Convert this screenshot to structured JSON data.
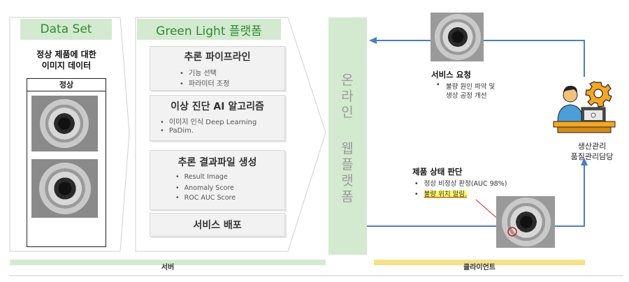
{
  "dataset": {
    "header": "Data Set",
    "description_line1": "정상 제품에 대한",
    "description_line2": "이미지 데이터",
    "table_label": "정상"
  },
  "platform": {
    "header": "Green Light 플랫폼",
    "inference_pipeline": {
      "title": "추론 파이프라인",
      "items": [
        "기능 선택",
        "파라미터 조정"
      ]
    },
    "anomaly_algorithm": {
      "title": "이상 진단 AI 알고리즘",
      "items": [
        "이미지 인식 Deep Learning",
        "PaDim."
      ]
    },
    "result_file": {
      "title": "추론 결과파일 생성",
      "items": [
        "Result Image",
        "Anomaly Score",
        "ROC AUC Score"
      ]
    },
    "deploy": {
      "title": "서비스 배포"
    }
  },
  "online_web_platform": {
    "chars_top": [
      "온",
      "라",
      "인"
    ],
    "chars_bottom": [
      "웹",
      "플",
      "랫",
      "폼"
    ]
  },
  "service_request": {
    "title": "서비스 요청",
    "bullet_line1": "불량 원인 파악 및",
    "bullet_line2": "생상 공정 개선"
  },
  "manager": {
    "line1": "생산관리",
    "line2": "품질관리담당"
  },
  "product_status": {
    "title": "제품 상태 판단",
    "items": [
      "정상 비정상 판정(AUC 98%)",
      "불량 위치 알림."
    ]
  },
  "footer": {
    "server": "서버",
    "client": "클라이언트"
  },
  "colors": {
    "server_green": "#d4ead0",
    "header_text": "#2e8a34",
    "client_yellow": "#f7e08a",
    "highlight": "#ffff66",
    "arrow_blue": "#4a7fc0"
  }
}
